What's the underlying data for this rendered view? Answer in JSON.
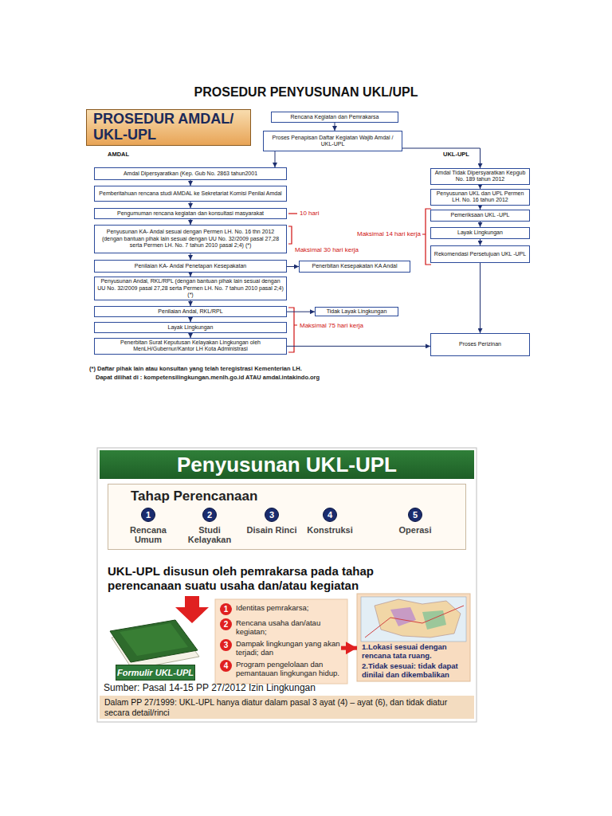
{
  "diagram": {
    "title": "PROSEDUR PENYUSUNAN UKL/UPL",
    "nodes": [
      {
        "text": [
          "PROSEDUR AMDAL/ UKL-UPL"
        ]
      },
      {
        "text": [
          "Rencana Kegiatan dan Pemrakarsa"
        ]
      },
      {
        "text": [
          "Proses Penapisan Daftar Kegiatan Wajib Amdal / UKL-UPL"
        ]
      },
      {
        "text": [
          "Amdal Dipersyaratkan (Kep. Gub No. 2863 tahun2001"
        ]
      },
      {
        "text": [
          "Pemberitahuan rencana studi AMDAL ke Sekretariat Komisi Penilai Amdal"
        ]
      },
      {
        "text": [
          "Pengumuman rencana kegiatan dan konsultasi masyarakat"
        ]
      },
      {
        "text": [
          "Penyusunan KA- Andal sesuai dengan Permen LH. No. 16 thn 2012 (dengan bantuan pihak lain sesuai dengan UU No. 32/2009 pasal 27,28 serta Permen LH. No. 7 tahun 2010 pasal 2;4) (*)"
        ]
      },
      {
        "text": [
          "Penilaian KA- Andal Penetapan Kesepakatan"
        ]
      },
      {
        "text": [
          "Penyusunan Andal, RKL/RPL (dengan bantuan pihak lain sesuai dengan UU No. 32/2009 pasal 27,28 serta Permen LH. No. 7 tahun 2010 pasal 2;4) (*)"
        ]
      },
      {
        "text": [
          "Penilaian Andal, RKL/RPL"
        ]
      },
      {
        "text": [
          "Layak Lingkungan"
        ]
      },
      {
        "text": [
          "Penerbitan Surat Keputusan Kelayakan Lingkungan oleh MenLH/Gubernur/Kantor LH Kota Administrasi"
        ]
      },
      {
        "text": [
          "Penerbitan Kesepakatan KA Andal"
        ]
      },
      {
        "text": [
          "Tidak Layak Lingkungan"
        ]
      },
      {
        "text": [
          "Amdal Tidak Dipersyaratkan Kepgub No. 189 tahun 2012"
        ]
      },
      {
        "text": [
          "Penyusunan UKL dan UPL Permen LH. No. 16 tahun 2012"
        ]
      },
      {
        "text": [
          "Pemeriksaan UKL -UPL"
        ]
      },
      {
        "text": [
          "Layak Lingkungan"
        ]
      },
      {
        "text": [
          "Rekomendasi Persetujuan UKL -UPL"
        ]
      },
      {
        "text": [
          "Proses Perizinan"
        ]
      },
      {
        "text": [
          "Penyusunan UKL-UPL"
        ]
      },
      {
        "text": [
          "Tahap Perencanaan"
        ]
      },
      {
        "text": [
          "1",
          "Rencana Umum"
        ],
        "in": 21
      },
      {
        "text": [
          "2",
          "Studi Kelayakan"
        ],
        "in": 21
      },
      {
        "text": [
          "3",
          "Disain Rinci"
        ],
        "in": 21
      },
      {
        "text": [
          "4",
          "Konstruksi"
        ],
        "in": 21
      },
      {
        "text": [
          "5",
          "Operasi"
        ],
        "in": 21
      },
      {
        "text": [
          "1",
          "Identitas pemrakarsa;"
        ]
      },
      {
        "text": [
          "2",
          "Rencana usaha dan/atau kegiatan;"
        ]
      },
      {
        "text": [
          "3",
          "Dampak lingkungan yang akan terjadi; dan"
        ]
      },
      {
        "text": [
          "4",
          "Program pengelolaan dan pemantauan lingkungan hidup."
        ]
      },
      {
        "text": [
          "1.Lokasi sesuai dengan rencana tata ruang.",
          "2.Tidak sesuai: tidak dapat dinilai dan dikembalikan"
        ]
      },
      {
        "text": [
          "Formulir UKL-UPL"
        ]
      },
      {
        "text": [
          "Dalam PP 27/1999: UKL-UPL hanya diatur dalam pasal 3 ayat (4) – ayat (6), dan tidak diatur secara detail/rinci"
        ]
      }
    ],
    "edges": [
      {
        "from": 1,
        "to": 2,
        "arrow": "to"
      },
      {
        "from": 2,
        "to": 3,
        "arrow": "to"
      },
      {
        "from": 2,
        "to": 14,
        "arrow": "to"
      },
      {
        "from": 3,
        "to": 4,
        "arrow": "to"
      },
      {
        "from": 4,
        "to": 5,
        "arrow": "to"
      },
      {
        "from": 5,
        "to": 6,
        "arrow": "to"
      },
      {
        "from": 6,
        "to": 7,
        "arrow": "to"
      },
      {
        "from": 7,
        "to": 8,
        "arrow": "to"
      },
      {
        "from": 8,
        "to": 9,
        "arrow": "to"
      },
      {
        "from": 9,
        "to": 10,
        "arrow": "to"
      },
      {
        "from": 10,
        "to": 11,
        "arrow": "to"
      },
      {
        "from": 7,
        "to": 12,
        "arrow": "to"
      },
      {
        "from": 9,
        "to": 13,
        "arrow": "to"
      },
      {
        "from": 11,
        "to": 19,
        "arrow": "to"
      },
      {
        "from": 14,
        "to": 15,
        "arrow": "to"
      },
      {
        "from": 15,
        "to": 16,
        "arrow": "to"
      },
      {
        "from": 16,
        "to": 17,
        "arrow": "to"
      },
      {
        "from": 17,
        "to": 18,
        "arrow": "to"
      },
      {
        "from": 18,
        "to": 19,
        "arrow": "to"
      },
      {
        "from": 22,
        "to": 23,
        "arrow": "none"
      },
      {
        "from": 23,
        "to": 24,
        "arrow": "none"
      },
      {
        "from": 24,
        "to": 25,
        "arrow": "none"
      },
      {
        "from": 25,
        "to": 26,
        "arrow": "none"
      },
      {
        "from": 29,
        "to": 31,
        "arrow": "to"
      }
    ],
    "labels": [
      "AMDAL",
      "UKL-UPL",
      "10 hari",
      "Maksimal 30 hari kerja",
      "Maksimal 14 hari kerja",
      "Maksimal 75 hari kerja",
      "(*) Daftar pihak lain atau konsultan yang telah teregistrasi Kementerian LH.",
      "Dapat dilihat di : kompetensilingkungan.menlh.go.id ATAU amdal.intakindo.org",
      "UKL-UPL disusun oleh pemrakarsa pada tahap perencanaan suatu usaha dan/atau kegiatan",
      "Sumber: Pasal 14-15 PP 27/2012 Izin Lingkungan"
    ]
  }
}
